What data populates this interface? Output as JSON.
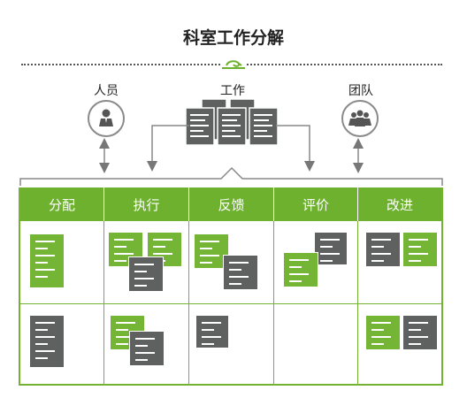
{
  "title": "科室工作分解",
  "nodes": {
    "people": "人员",
    "work": "工作",
    "team": "团队"
  },
  "columns": [
    "分配",
    "执行",
    "反馈",
    "评价",
    "改进"
  ],
  "icons": [
    "person-icon",
    "swirl-icon",
    "document-stack-icon",
    "team-icon"
  ],
  "colors": {
    "green": "#6eb12f",
    "dark": "#5f6060",
    "border": "#73b331"
  }
}
